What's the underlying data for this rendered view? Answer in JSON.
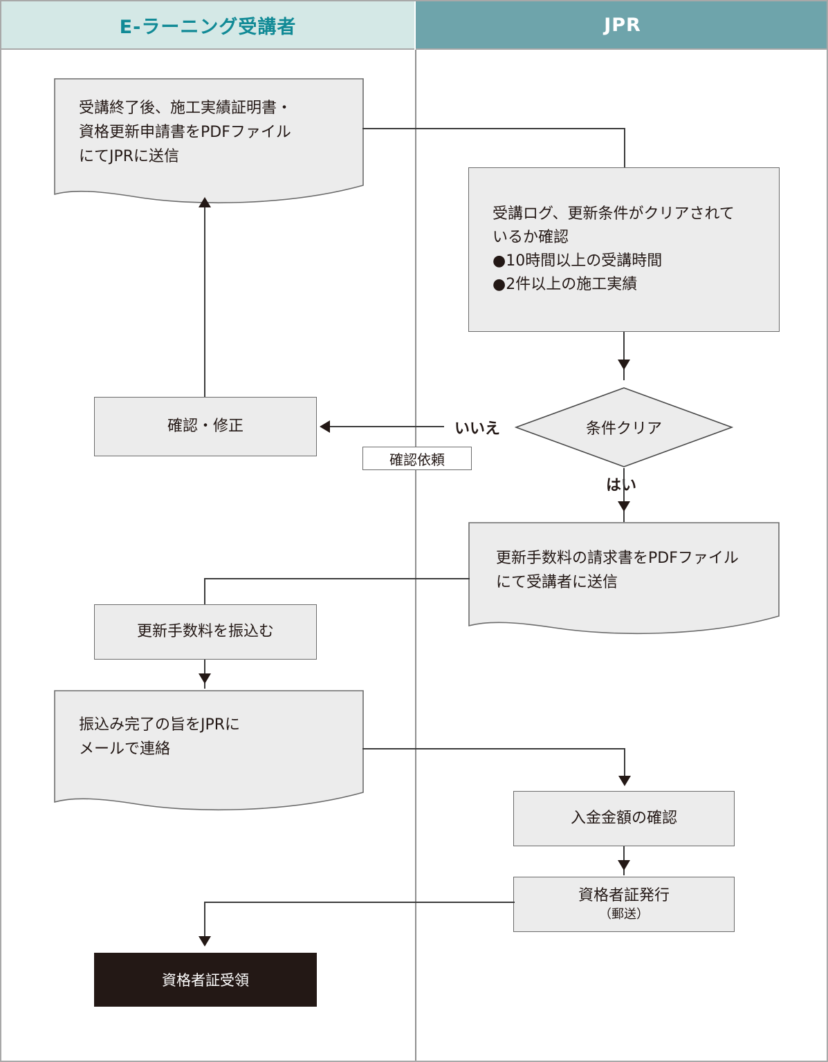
{
  "diagram": {
    "title_lanes": {
      "left": "E-ラーニング受講者",
      "right": "JPR"
    },
    "colors": {
      "lane_left_bg": "#d4e8e6",
      "lane_left_text": "#118a96",
      "lane_right_bg": "#6ea4ab",
      "lane_right_text": "#ffffff",
      "node_fill": "#ececec",
      "node_stroke": "#6a6a6a",
      "end_node_fill": "#231815",
      "connector": "#3a3a3a",
      "frame_border": "#a8a8a8"
    },
    "nodes": {
      "submit_documents": "受講終了後、施工実績証明書・\n資格更新申請書をPDFファイル\nにてJPRに送信",
      "check_log": "受講ログ、更新条件がクリアされて\nいるか確認\n●10時間以上の受講時間\n●2件以上の施工実績",
      "decision_condition": "条件クリア",
      "confirm_fix": "確認・修正",
      "send_invoice": "更新手数料の請求書をPDFファイル\nにて受講者に送信",
      "pay_fee": "更新手数料を振込む",
      "notify_payment": "振込み完了の旨をJPRに\nメールで連絡",
      "verify_amount": "入金金額の確認",
      "issue_certificate_line1": "資格者証発行",
      "issue_certificate_line2": "（郵送）",
      "receive_certificate": "資格者証受領"
    },
    "edge_labels": {
      "no": "いいえ",
      "yes": "はい",
      "request_confirmation": "確認依頼"
    }
  }
}
